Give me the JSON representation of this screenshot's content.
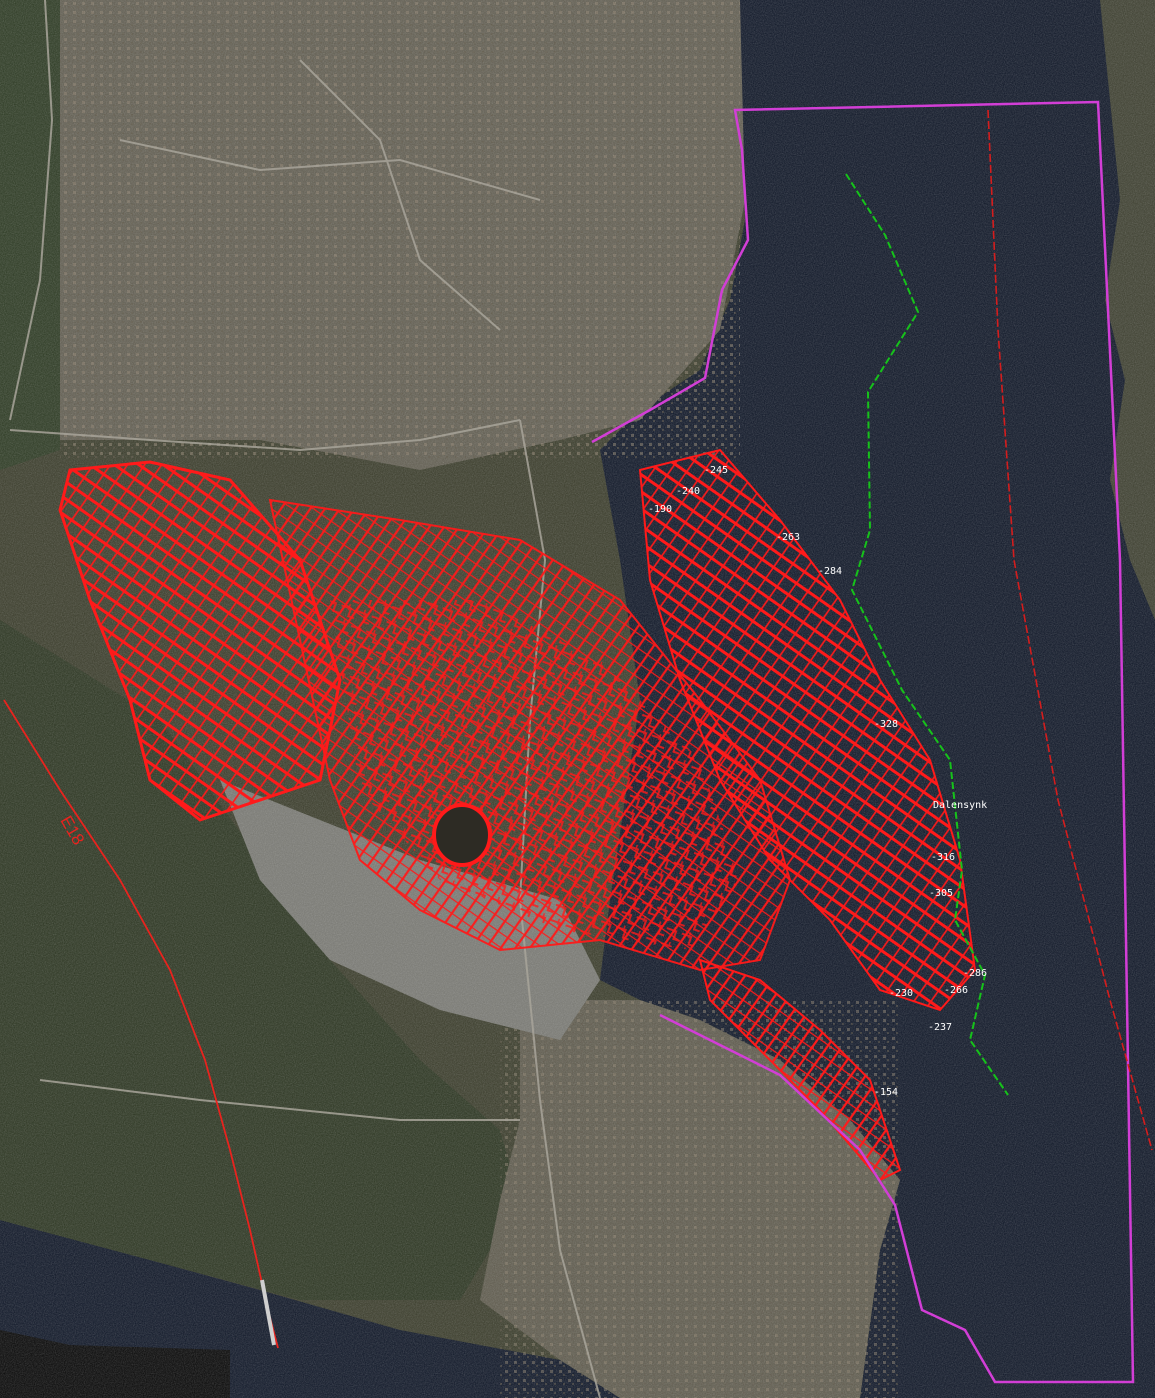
{
  "colors": {
    "water": "#0d1526",
    "land_dark": "#2f3a22",
    "land_mid": "#4a4632",
    "urban": "#6f6a60",
    "tunnels": "#ff1a1a",
    "boundary": "#d23ed6",
    "green_line": "#16c21a",
    "red_dash": "#d41d1d",
    "label": "#ffffff"
  },
  "road_label": "E18",
  "depth_labels": [
    "-245",
    "-240",
    "-190",
    "-263",
    "-284",
    "-328",
    "-316",
    "-305",
    "-286",
    "-266",
    "-230",
    "-237",
    "-154"
  ],
  "place_label": "Dalensynk"
}
